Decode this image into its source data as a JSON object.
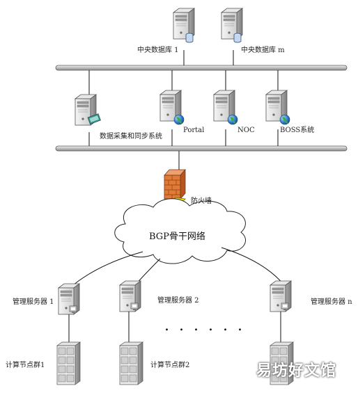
{
  "labels": {
    "db1": "中央数据库 1",
    "dbm": "中央数据库 m",
    "sync": "数据采集和同步系统",
    "portal": "Portal",
    "noc": "NOC",
    "boss": "BOSS系统",
    "firewall": "防火墙",
    "cloud": "BGP骨干网络",
    "mgr1": "管理服务器 1",
    "mgr2": "管理服务器 2",
    "mgrn": "管理服务器 n",
    "cluster1": "计算节点群1",
    "cluster2": "计算节点群2",
    "ellipsis": "......"
  },
  "watermark": "易坊好文馆",
  "colors": {
    "server_body": "#d9d9d9",
    "bus": "#c8c8c8",
    "firewall": "#e07a36",
    "lightning": "#f2e600",
    "globe": "#2f7fcf"
  }
}
